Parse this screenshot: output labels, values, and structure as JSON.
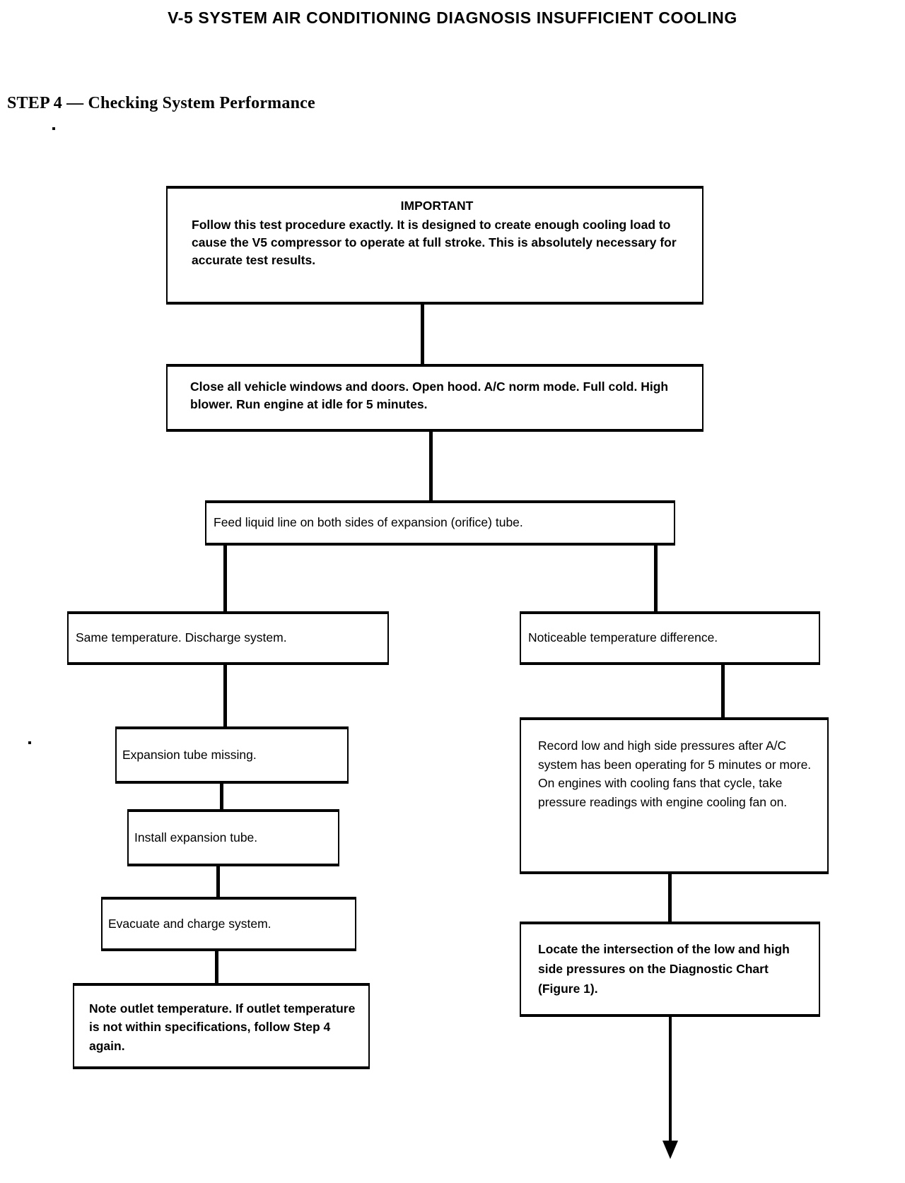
{
  "document": {
    "title": "V-5 SYSTEM AIR CONDITIONING DIAGNOSIS INSUFFICIENT COOLING",
    "step_heading": "STEP 4 — Checking System Performance"
  },
  "flow": {
    "important": {
      "heading": "IMPORTANT",
      "body": "Follow this test procedure exactly. It is designed to create enough cooling load to cause the V5 compressor to operate at full stroke. This is absolutely necessary for accurate test results."
    },
    "prepare": "Close all vehicle windows and doors. Open hood. A/C norm mode. Full cold. High blower. Run engine at idle for 5 minutes.",
    "feel_liquid_line": "Feed liquid line on both sides of expansion (orifice) tube.",
    "branch_left": {
      "condition": "Same temperature. Discharge system.",
      "steps": [
        "Expansion tube missing.",
        "Install expansion tube.",
        "Evacuate and charge system.",
        "Note outlet temperature. If outlet temperature is not within specifications, follow Step 4 again."
      ]
    },
    "branch_right": {
      "condition": "Noticeable temperature difference.",
      "steps": [
        "Record low and high side pressures after A/C system has been operating for 5 minutes or more. On engines with cooling fans that cycle, take pressure readings with engine cooling fan on.",
        "Locate the intersection of the low and high side pressures on the Diagnostic Chart (Figure 1)."
      ]
    }
  },
  "colors": {
    "ink": "#000000",
    "paper": "#ffffff"
  }
}
